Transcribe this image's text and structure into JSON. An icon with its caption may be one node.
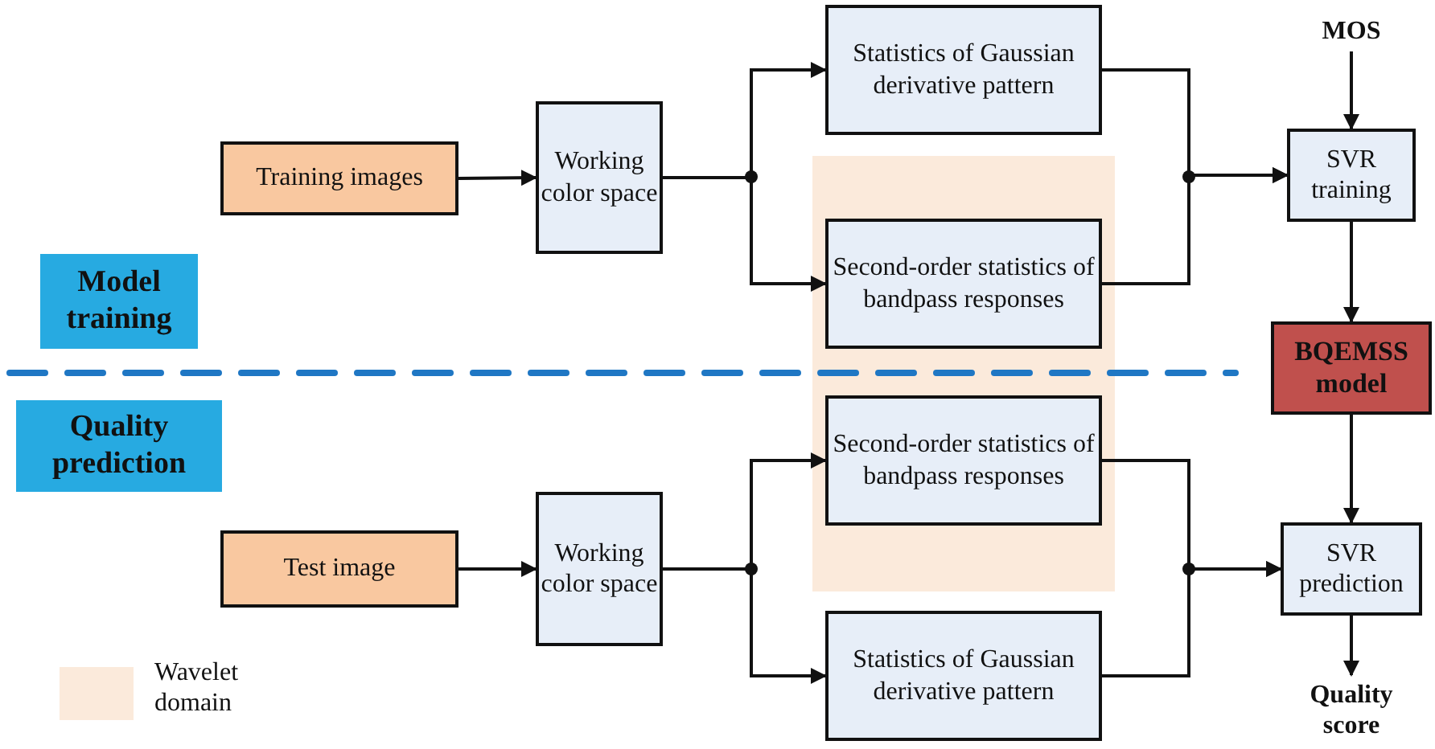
{
  "diagram": {
    "nodes": [
      {
        "text": [
          "Model training"
        ]
      },
      {
        "text": [
          "Quality prediction"
        ]
      },
      {
        "text": [
          "Training images"
        ]
      },
      {
        "text": [
          "Working color space"
        ]
      },
      {
        "text": [
          "Statistics of Gaussian derivative pattern"
        ]
      },
      {
        "text": [
          "Second-order statistics of bandpass responses"
        ]
      },
      {
        "text": [
          "MOS"
        ]
      },
      {
        "text": [
          "SVR training"
        ]
      },
      {
        "text": [
          "BQEMSS model"
        ]
      },
      {
        "text": [
          "Test image"
        ]
      },
      {
        "text": [
          "Working color space"
        ]
      },
      {
        "text": [
          "Second-order statistics of bandpass responses"
        ]
      },
      {
        "text": [
          "Statistics of Gaussian derivative pattern"
        ]
      },
      {
        "text": [
          "SVR prediction"
        ]
      },
      {
        "text": [
          "Quality score"
        ]
      }
    ],
    "edges": [
      {
        "from": 2,
        "to": 3,
        "arrow": "to"
      },
      {
        "from": 3,
        "to": 4,
        "arrow": "to"
      },
      {
        "from": 3,
        "to": 5,
        "arrow": "to"
      },
      {
        "from": 4,
        "to": 7,
        "arrow": "to"
      },
      {
        "from": 5,
        "to": 7,
        "arrow": "to"
      },
      {
        "from": 6,
        "to": 7,
        "arrow": "to"
      },
      {
        "from": 7,
        "to": 8,
        "arrow": "to"
      },
      {
        "from": 8,
        "to": 13,
        "arrow": "to"
      },
      {
        "from": 9,
        "to": 10,
        "arrow": "to"
      },
      {
        "from": 10,
        "to": 11,
        "arrow": "to"
      },
      {
        "from": 10,
        "to": 12,
        "arrow": "to"
      },
      {
        "from": 11,
        "to": 13,
        "arrow": "to"
      },
      {
        "from": 12,
        "to": 13,
        "arrow": "to"
      },
      {
        "from": 13,
        "to": 14,
        "arrow": "to"
      }
    ],
    "legend": [
      {
        "text": "Wavelet domain",
        "color": "#fbeadb"
      }
    ]
  }
}
